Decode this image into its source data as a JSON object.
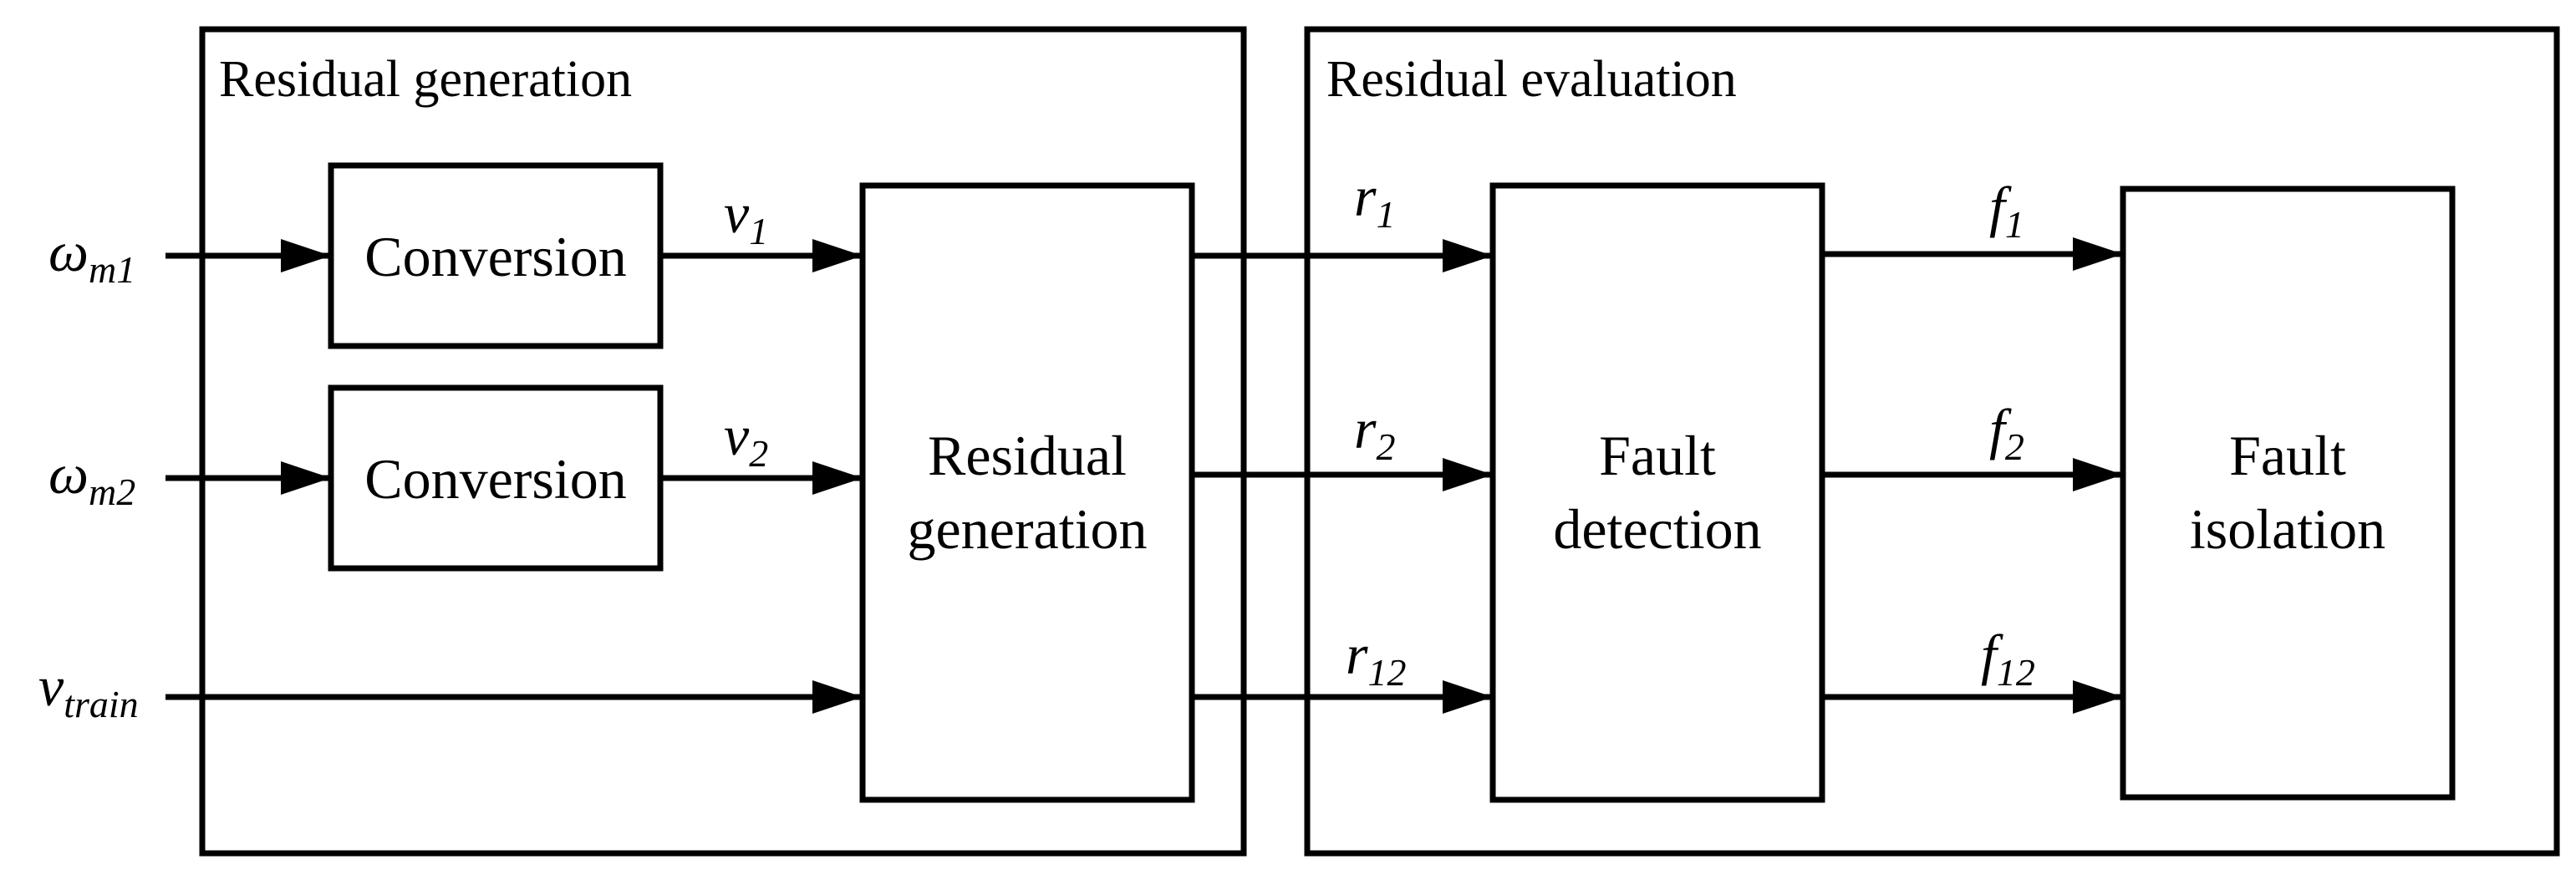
{
  "sections": {
    "generation_title": "Residual generation",
    "evaluation_title": "Residual evaluation"
  },
  "blocks": {
    "conversion_1": [
      "Conversion"
    ],
    "conversion_2": [
      "Conversion"
    ],
    "residual_generation": [
      "Residual",
      "generation"
    ],
    "fault_detection": [
      "Fault",
      "detection"
    ],
    "fault_isolation": [
      "Fault",
      "isolation"
    ]
  },
  "signals": {
    "omega_m1": {
      "symbol": "ω",
      "subscript": "m1"
    },
    "omega_m2": {
      "symbol": "ω",
      "subscript": "m2"
    },
    "v_train": {
      "symbol": "v",
      "subscript": "train"
    },
    "v1": {
      "symbol": "v",
      "subscript": "1"
    },
    "v2": {
      "symbol": "v",
      "subscript": "2"
    },
    "r1": {
      "symbol": "r",
      "subscript": "1"
    },
    "r2": {
      "symbol": "r",
      "subscript": "2"
    },
    "r12": {
      "symbol": "r",
      "subscript": "12"
    },
    "f1": {
      "symbol": "f",
      "subscript": "1"
    },
    "f2": {
      "symbol": "f",
      "subscript": "2"
    },
    "f12": {
      "symbol": "f",
      "subscript": "12"
    }
  }
}
